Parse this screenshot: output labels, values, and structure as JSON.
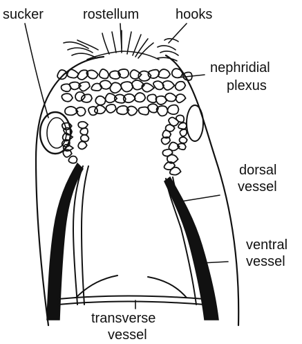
{
  "labels": {
    "sucker": "sucker",
    "rostellum": "rostellum",
    "hooks": "hooks",
    "nephridial_line1": "nephridial",
    "nephridial_line2": "plexus",
    "dorsal_line1": "dorsal",
    "dorsal_line2": "vessel",
    "ventral_line1": "ventral",
    "ventral_line2": "vessel",
    "transverse_line1": "transverse",
    "transverse_line2": "vessel"
  },
  "colors": {
    "ink": "#111111",
    "paper": "#ffffff"
  }
}
